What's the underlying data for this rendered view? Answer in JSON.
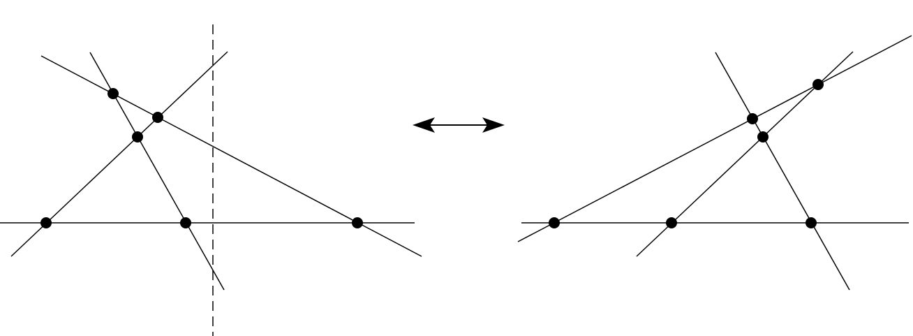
{
  "diagram": {
    "colors": {
      "background": "#ffffff",
      "stroke": "#000000",
      "vertex": "#000000"
    },
    "left_arrangement": {
      "line_count": 4,
      "intersection_point_count": 6,
      "separator": "dashed-vertical-line"
    },
    "transition": {
      "symbol": "double-headed-arrow",
      "direction": "bidirectional"
    },
    "right_arrangement": {
      "line_count": 4,
      "intersection_point_count": 6
    }
  }
}
